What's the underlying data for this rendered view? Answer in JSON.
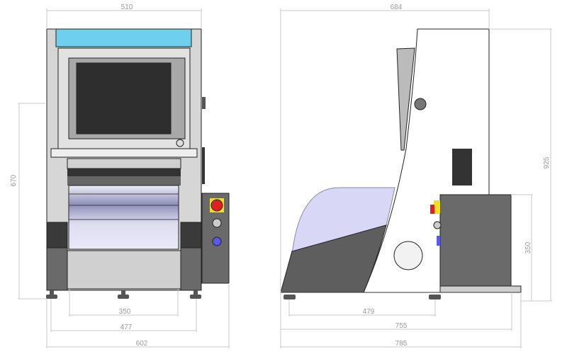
{
  "drawing": {
    "front_view": {
      "dimensions": {
        "overall_top_width": "510",
        "height_left": "670",
        "foot_inner": "350",
        "foot_outer": "477",
        "overall_width": "602"
      }
    },
    "side_view": {
      "dimensions": {
        "top_depth": "684",
        "overall_height": "925",
        "cabinet_height": "350",
        "foot_span": "479",
        "base_depth": "755",
        "overall_depth": "785"
      }
    },
    "colors": {
      "top_bar": "#6fd0ee",
      "screen": "#2e2e2e",
      "frame": "#d4d4d4",
      "cabinet": "#6a6a6a",
      "window": "#c8c8ee",
      "emergency_stop": "#e02020",
      "button_blue": "#5a5ae8"
    }
  }
}
